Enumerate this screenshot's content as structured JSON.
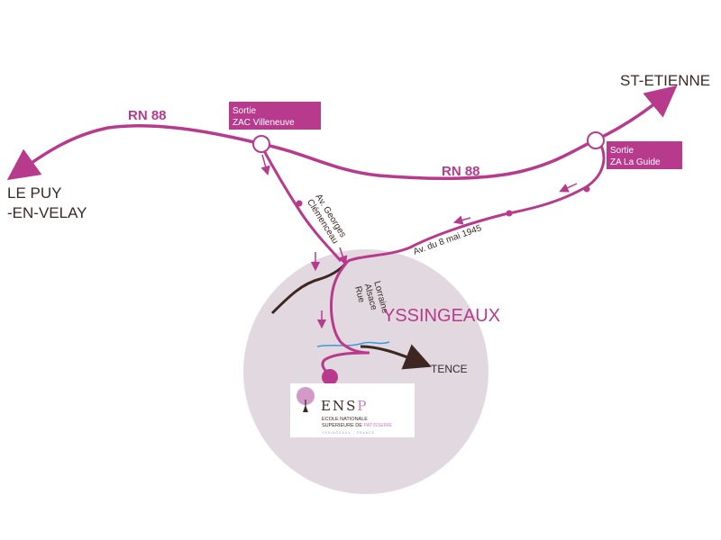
{
  "map": {
    "cities": {
      "left": [
        "LE PUY",
        "-EN-VELAY"
      ],
      "top_right": "ST-ETIENNE",
      "town": "YSSINGEAUX",
      "south_east": "TENCE"
    },
    "roads": {
      "main_road_left": "RN 88",
      "main_road_right": "RN 88",
      "avenue_west": [
        "Av. Georges",
        "Clémenceau"
      ],
      "avenue_east": "Av. du 8 mai 1945",
      "street": [
        "Rue",
        "Alsace",
        "Lorraine"
      ]
    },
    "exits": {
      "west": [
        "Sortie",
        "ZAC Villeneuve"
      ],
      "east": [
        "Sortie",
        "ZA La Guide"
      ]
    },
    "logo": {
      "name_main": "ENS",
      "name_accent": "P",
      "line1": "ECOLE NATIONALE",
      "line2_prefix": "SUPERIEURE DE ",
      "line2_accent": "PATISSERIE",
      "line3": "YSSINGEAUX - FRANCE"
    },
    "colors": {
      "route": "#b83a8c",
      "town_circle": "#e2d9e0",
      "secondary_road": "#3e2723",
      "river": "#3a9ad9",
      "text": "#3a2a26"
    }
  }
}
